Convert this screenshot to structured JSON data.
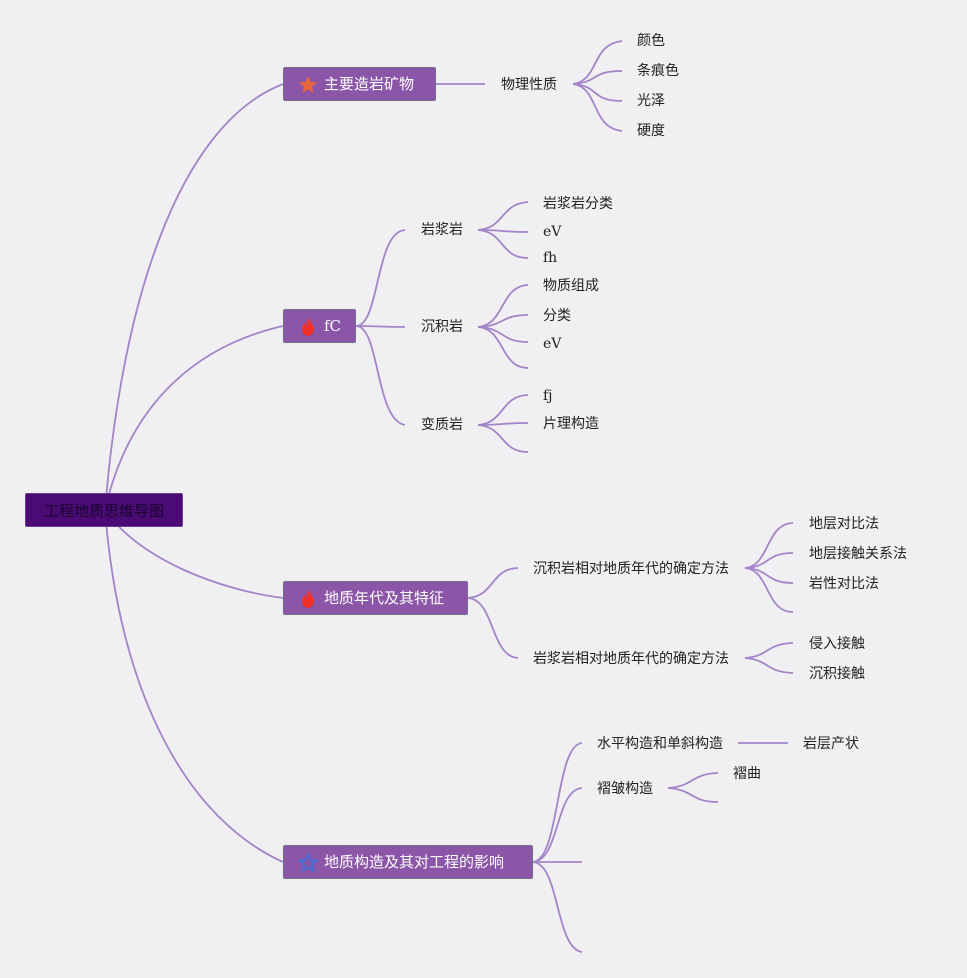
{
  "root": {
    "label": "工程地质思维导图"
  },
  "topics": [
    {
      "label": "主要造岩矿物",
      "icon": "star-icon"
    },
    {
      "label": "fC",
      "icon": "flame-icon"
    },
    {
      "label": "地质年代及其特征",
      "icon": "flame-icon"
    },
    {
      "label": "地质构造及其对工程的影响",
      "icon": "star-outline-icon"
    }
  ],
  "minerals": {
    "property": "物理性质",
    "items": [
      "颜色",
      "条痕色",
      "光泽",
      "硬度"
    ]
  },
  "rocks": {
    "igneous": {
      "label": "岩浆岩",
      "items": [
        "岩浆岩分类",
        "eV",
        "fh"
      ]
    },
    "sedimentary": {
      "label": "沉积岩",
      "items": [
        "物质组成",
        "分类",
        "eV"
      ]
    },
    "metamorphic": {
      "label": "变质岩",
      "items": [
        "fj",
        "片理构造"
      ]
    }
  },
  "ages": {
    "sedimentary_method": {
      "label": "沉积岩相对地质年代的确定方法",
      "items": [
        "地层对比法",
        "地层接触关系法",
        "岩性对比法"
      ]
    },
    "igneous_method": {
      "label": "岩浆岩相对地质年代的确定方法",
      "items": [
        "侵入接触",
        "沉积接触"
      ]
    }
  },
  "structures": {
    "horizontal": {
      "label": "水平构造和单斜构造",
      "items": [
        "岩层产状"
      ]
    },
    "fold": {
      "label": "褶皱构造",
      "items": [
        "褶曲"
      ]
    }
  },
  "colors": {
    "background": "#f0eff2",
    "root_fill": "#4a0b74",
    "topic_fill": "#8b55a8",
    "branch_line": "#a285c8",
    "star_orange": "#e8643a",
    "flame_red": "#f0302a",
    "star_blue": "#3f6fd6"
  }
}
